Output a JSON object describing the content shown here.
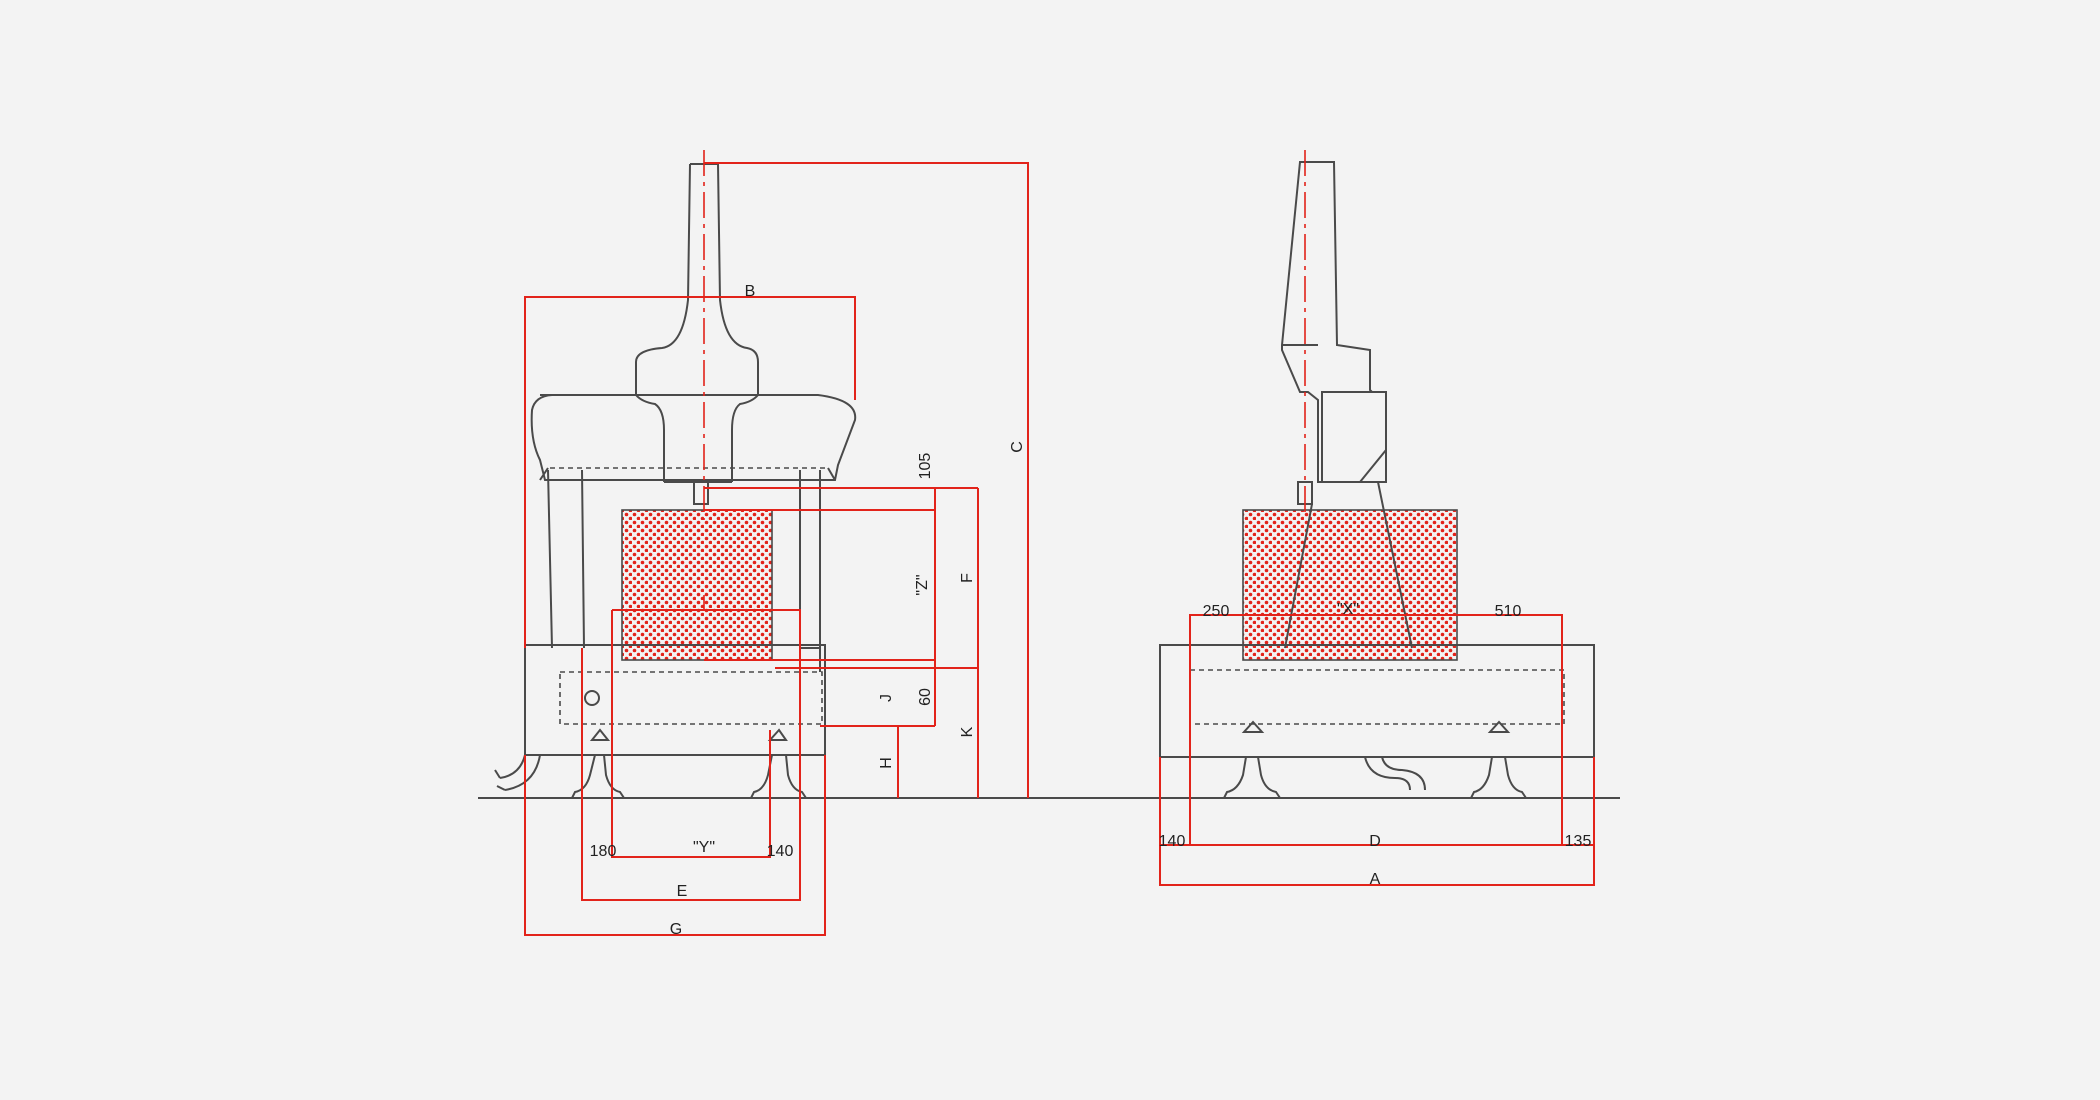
{
  "colors": {
    "background": "#f3f3f3",
    "outline": "#4a4a4a",
    "dimension": "#e2231a",
    "text": "#222222"
  },
  "front_view": {
    "labels": {
      "B": "B",
      "C": "C",
      "F": "F",
      "Z": "\"Z\"",
      "dim_105": "105",
      "dim_60": "60",
      "J": "J",
      "K": "K",
      "H": "H",
      "dim_180": "180",
      "Y": "\"Y\"",
      "dim_140": "140",
      "E": "E",
      "G": "G"
    }
  },
  "side_view": {
    "labels": {
      "dim_250": "250",
      "X": "\"X\"",
      "dim_510": "510",
      "dim_140": "140",
      "D": "D",
      "dim_135": "135",
      "A": "A"
    }
  }
}
